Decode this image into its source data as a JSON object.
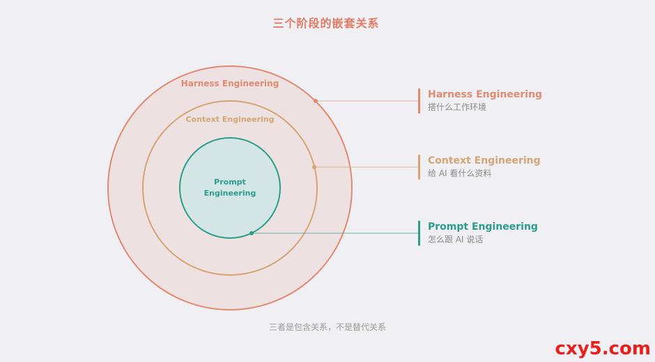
{
  "title": "三个阶段的嵌套关系",
  "footnote": "三者是包含关系，不是替代关系",
  "watermark": "cxy5.com",
  "colors": {
    "harness": "#e08a72",
    "context": "#d4a574",
    "prompt": "#2a9d8a",
    "watermark": "#e8201c",
    "title": "#e07b63"
  },
  "circles": {
    "outer_label": "Harness Engineering",
    "middle_label": "Context Engineering",
    "inner_label_line1": "Prompt",
    "inner_label_line2": "Engineering"
  },
  "legend": [
    {
      "title": "Harness Engineering",
      "desc": "搭什么工作环境"
    },
    {
      "title": "Context Engineering",
      "desc": "给 AI 看什么资料"
    },
    {
      "title": "Prompt Engineering",
      "desc": "怎么跟 AI 说话"
    }
  ]
}
